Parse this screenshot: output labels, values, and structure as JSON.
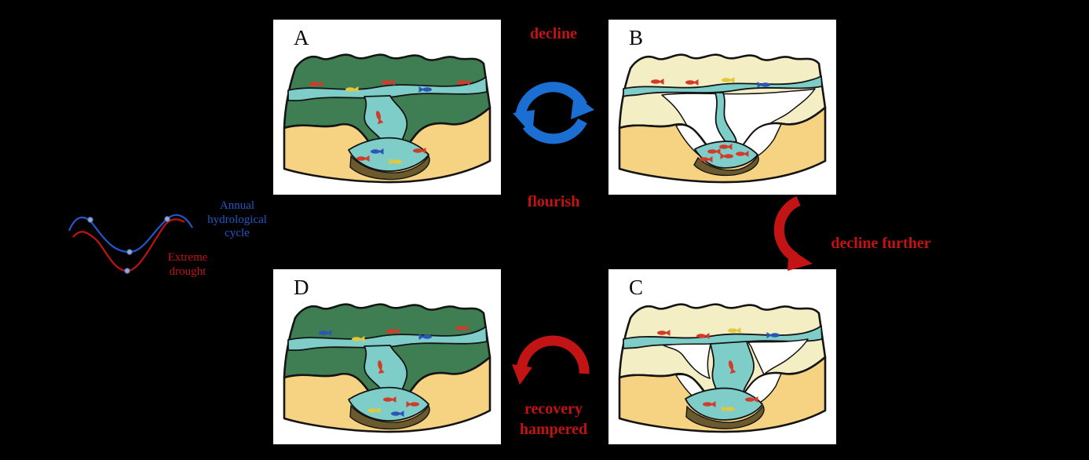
{
  "panels": {
    "a": {
      "label": "A"
    },
    "b": {
      "label": "B"
    },
    "c": {
      "label": "C"
    },
    "d": {
      "label": "D"
    }
  },
  "arrows": {
    "decline": "decline",
    "flourish": "flourish",
    "decline_further": "decline further",
    "recovery_hampered": "recovery hampered"
  },
  "inset": {
    "annual_cycle_label": "Annual hydrological cycle",
    "extreme_drought_label": "Extreme drought"
  },
  "colors": {
    "background": "#000000",
    "panel_bg": "#ffffff",
    "accent_blue": "#1b6fd2",
    "accent_red": "#c21212",
    "arrow_red": "#c21414",
    "inset_blue": "#2456c8",
    "terrain_green": "#3f7e53",
    "terrain_dry": "#f3eec4",
    "soil": "#f6d283",
    "water": "#7ecdc9",
    "fish_red": "#d23b28",
    "fish_blue": "#2b56b5",
    "fish_yellow": "#e3c83c"
  }
}
